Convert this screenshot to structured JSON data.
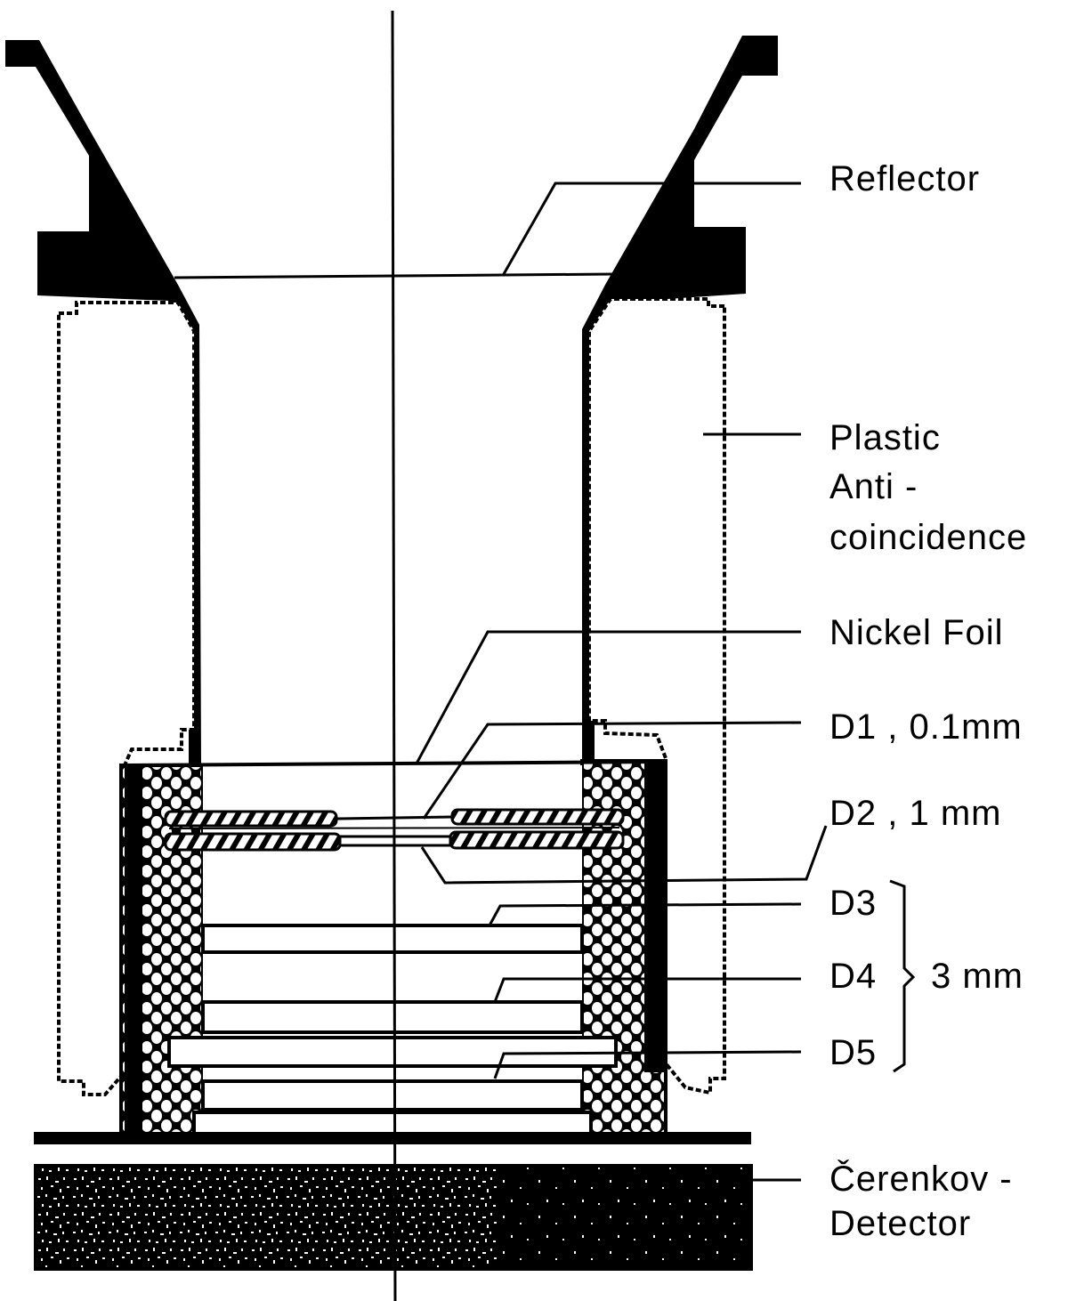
{
  "diagram": {
    "title": "Detector cross-section",
    "colors": {
      "ink": "#000000",
      "paper": "#ffffff"
    },
    "labels": {
      "reflector": "Reflector",
      "plastic_anticoincidence": [
        "Plastic",
        "Anti -",
        "coincidence"
      ],
      "nickel_foil": "Nickel Foil",
      "d1": "D1 , 0.1mm",
      "d2": "D2 , 1 mm",
      "d3": "D3",
      "d4": "D4",
      "d5": "D5",
      "group_thickness": "3 mm",
      "cerenkov": [
        "Čerenkov -",
        "Detector"
      ]
    },
    "components": [
      {
        "id": "reflector",
        "name": "Reflector"
      },
      {
        "id": "plastic-anticoincidence",
        "name": "Plastic Anti-coincidence"
      },
      {
        "id": "nickel-foil",
        "name": "Nickel Foil"
      },
      {
        "id": "d1",
        "name": "D1",
        "thickness": "0.1mm"
      },
      {
        "id": "d2",
        "name": "D2",
        "thickness": "1 mm"
      },
      {
        "id": "d3",
        "name": "D3",
        "thickness": "3 mm"
      },
      {
        "id": "d4",
        "name": "D4",
        "thickness": "3 mm"
      },
      {
        "id": "d5",
        "name": "D5",
        "thickness": "3 mm"
      },
      {
        "id": "cerenkov-detector",
        "name": "Čerenkov-Detector"
      }
    ]
  }
}
